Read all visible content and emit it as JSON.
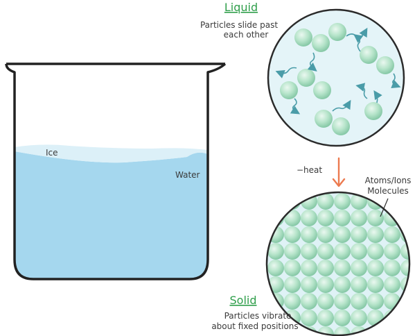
{
  "liquid": {
    "title": "Liquid",
    "caption_line1": "Particles slide past",
    "caption_line2": "each other"
  },
  "solid": {
    "title": "Solid",
    "caption_line1": "Particles vibrate",
    "caption_line2": "about fixed positions"
  },
  "beaker": {
    "ice_label": "Ice",
    "water_label": "Water"
  },
  "transition": {
    "label": "−heat"
  },
  "particle_label": {
    "line1": "Atoms/Ions",
    "line2": "Molecules"
  },
  "colors": {
    "title_green": "#2e9e4a",
    "water_blue": "#a5d7ee",
    "particle_green": "#a6dcbf",
    "arrow_orange": "#ec7a4f",
    "motion_teal": "#4a9ca8",
    "circle_bg": "#e4f4f8"
  }
}
